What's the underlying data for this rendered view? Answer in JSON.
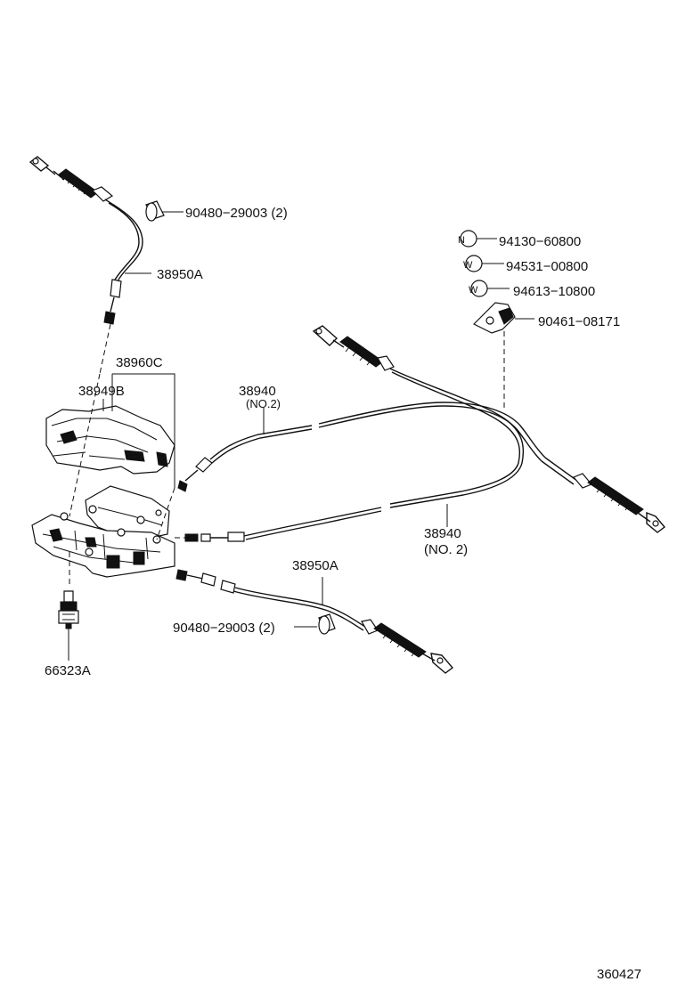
{
  "diagram": {
    "labels": {
      "grommet_top": "90480−29003 (2)",
      "cable_top": "38950A",
      "nut": "94130−60800",
      "washer1": "94531−00800",
      "washer2": "94613−10800",
      "clamp": "90461−08171",
      "assy_38960c": "38960C",
      "cover_38949b": "38949B",
      "cable_no2_upper": "38940",
      "cable_no2_upper_sub": "(NO.2)",
      "cable_no2_lower": "38940",
      "cable_no2_lower_sub": "(NO. 2)",
      "cable_bottom": "38950A",
      "grommet_bottom": "90480−29003 (2)",
      "switch": "66323A",
      "figure_code": "360427"
    },
    "symbols": {
      "nut_letter": "N",
      "washer1_letter": "W",
      "washer2_letter": "W"
    }
  }
}
